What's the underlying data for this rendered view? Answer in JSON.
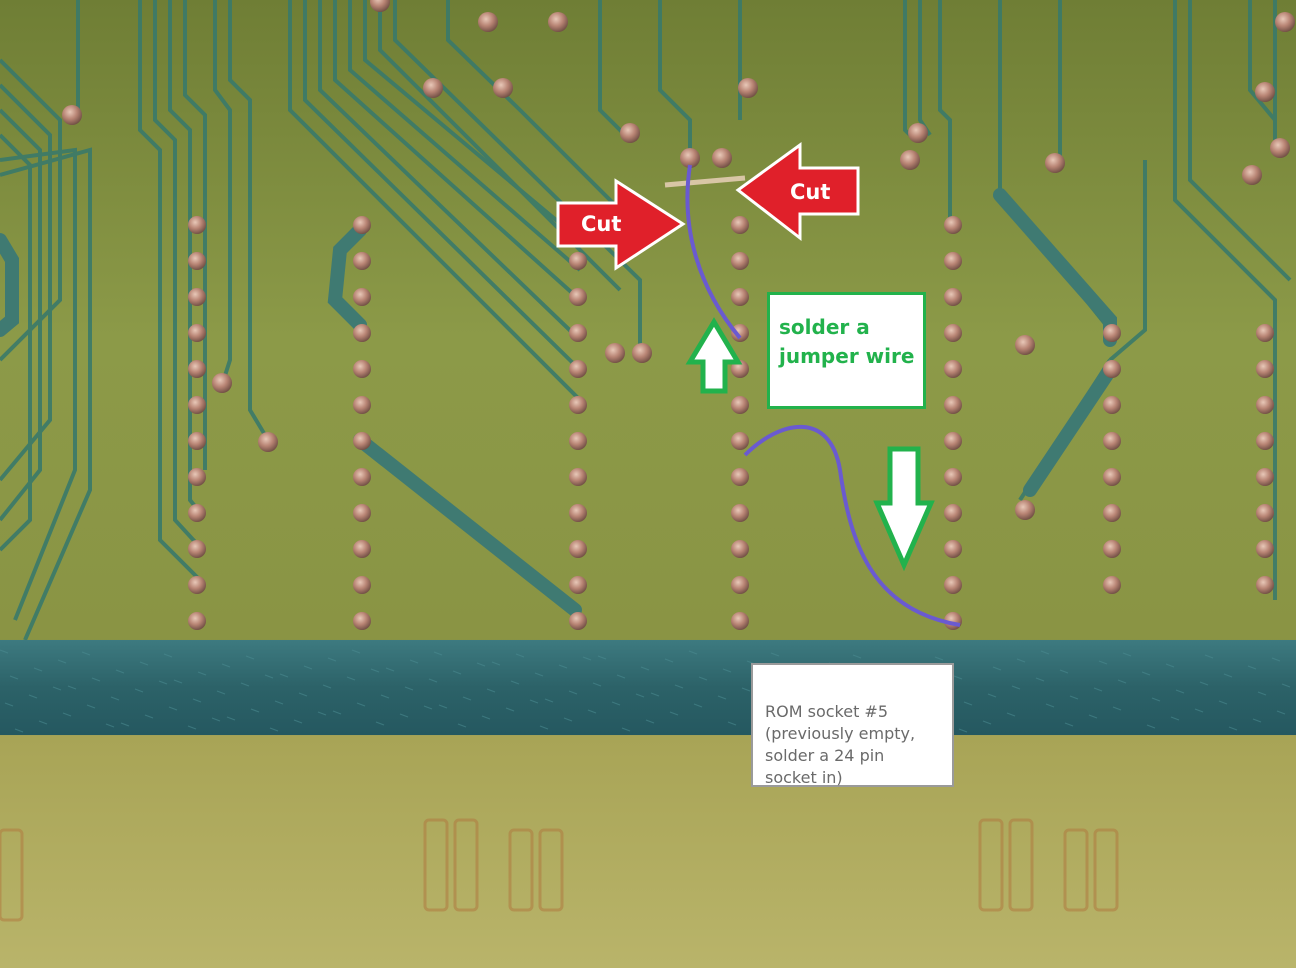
{
  "labels": {
    "cut_left": "Cut",
    "cut_right": "Cut",
    "jumper_note": "solder a\njumper wire",
    "rom_note": "ROM socket #5\n(previously empty,\nsolder a 24 pin\nsocket in)"
  },
  "colors": {
    "board_green": "#8a9a48",
    "board_dark_trace": "#2f6a58",
    "edge_strip": "#2e6a70",
    "solder_pad": "#b08a7a",
    "wire_purple": "#6a5ac8",
    "cut_arrow_red": "#e0202a",
    "note_arrow_green": "#22b24c"
  },
  "icons": {
    "left_cut_arrow": "arrow-right-icon",
    "right_cut_arrow": "arrow-left-icon",
    "up_arrow": "arrow-up-icon",
    "down_arrow": "arrow-down-icon"
  }
}
